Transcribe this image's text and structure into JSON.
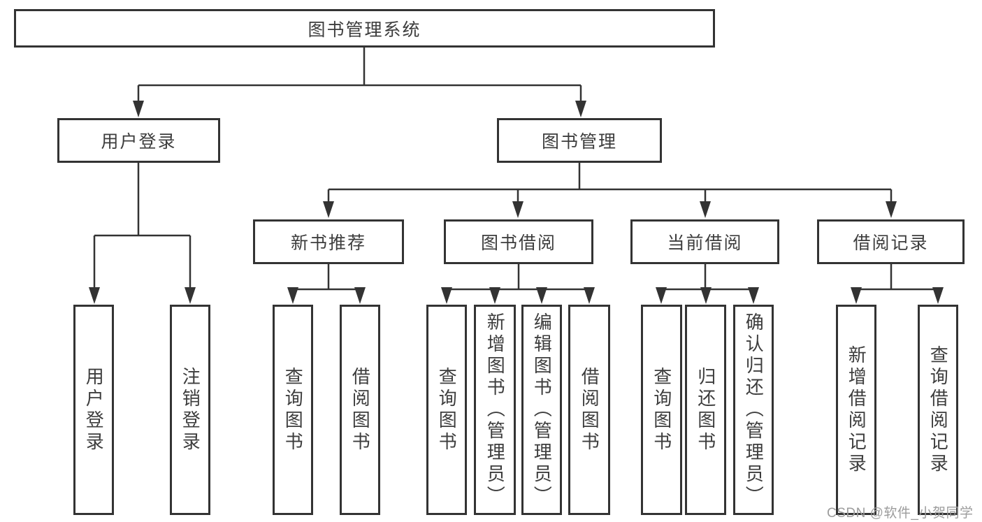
{
  "colors": {
    "line": "#333333",
    "node_border": "#333333",
    "node_fill": "#ffffff",
    "text": "#3d3d3d",
    "watermark": "#9c9c9c",
    "background": "#ffffff"
  },
  "tree": {
    "root": {
      "label": "图书管理系统"
    },
    "level2": [
      {
        "label": "用户登录",
        "children": [
          {
            "label": "用户登录"
          },
          {
            "label": "注销登录"
          }
        ]
      },
      {
        "label": "图书管理"
      }
    ],
    "level3": [
      {
        "label": "新书推荐",
        "children": [
          {
            "label": "查询图书"
          },
          {
            "label": "借阅图书"
          }
        ]
      },
      {
        "label": "图书借阅",
        "children": [
          {
            "label": "查询图书"
          },
          {
            "label": "新增图书（管理员）"
          },
          {
            "label": "编辑图书（管理员）"
          },
          {
            "label": "借阅图书"
          }
        ]
      },
      {
        "label": "当前借阅",
        "children": [
          {
            "label": "查询图书"
          },
          {
            "label": "归还图书"
          },
          {
            "label": "确认归还（管理员）"
          }
        ]
      },
      {
        "label": "借阅记录",
        "children": [
          {
            "label": "新增借阅记录"
          },
          {
            "label": "查询借阅记录"
          }
        ]
      }
    ]
  },
  "watermark": "CSDN @软件_小贺同学"
}
